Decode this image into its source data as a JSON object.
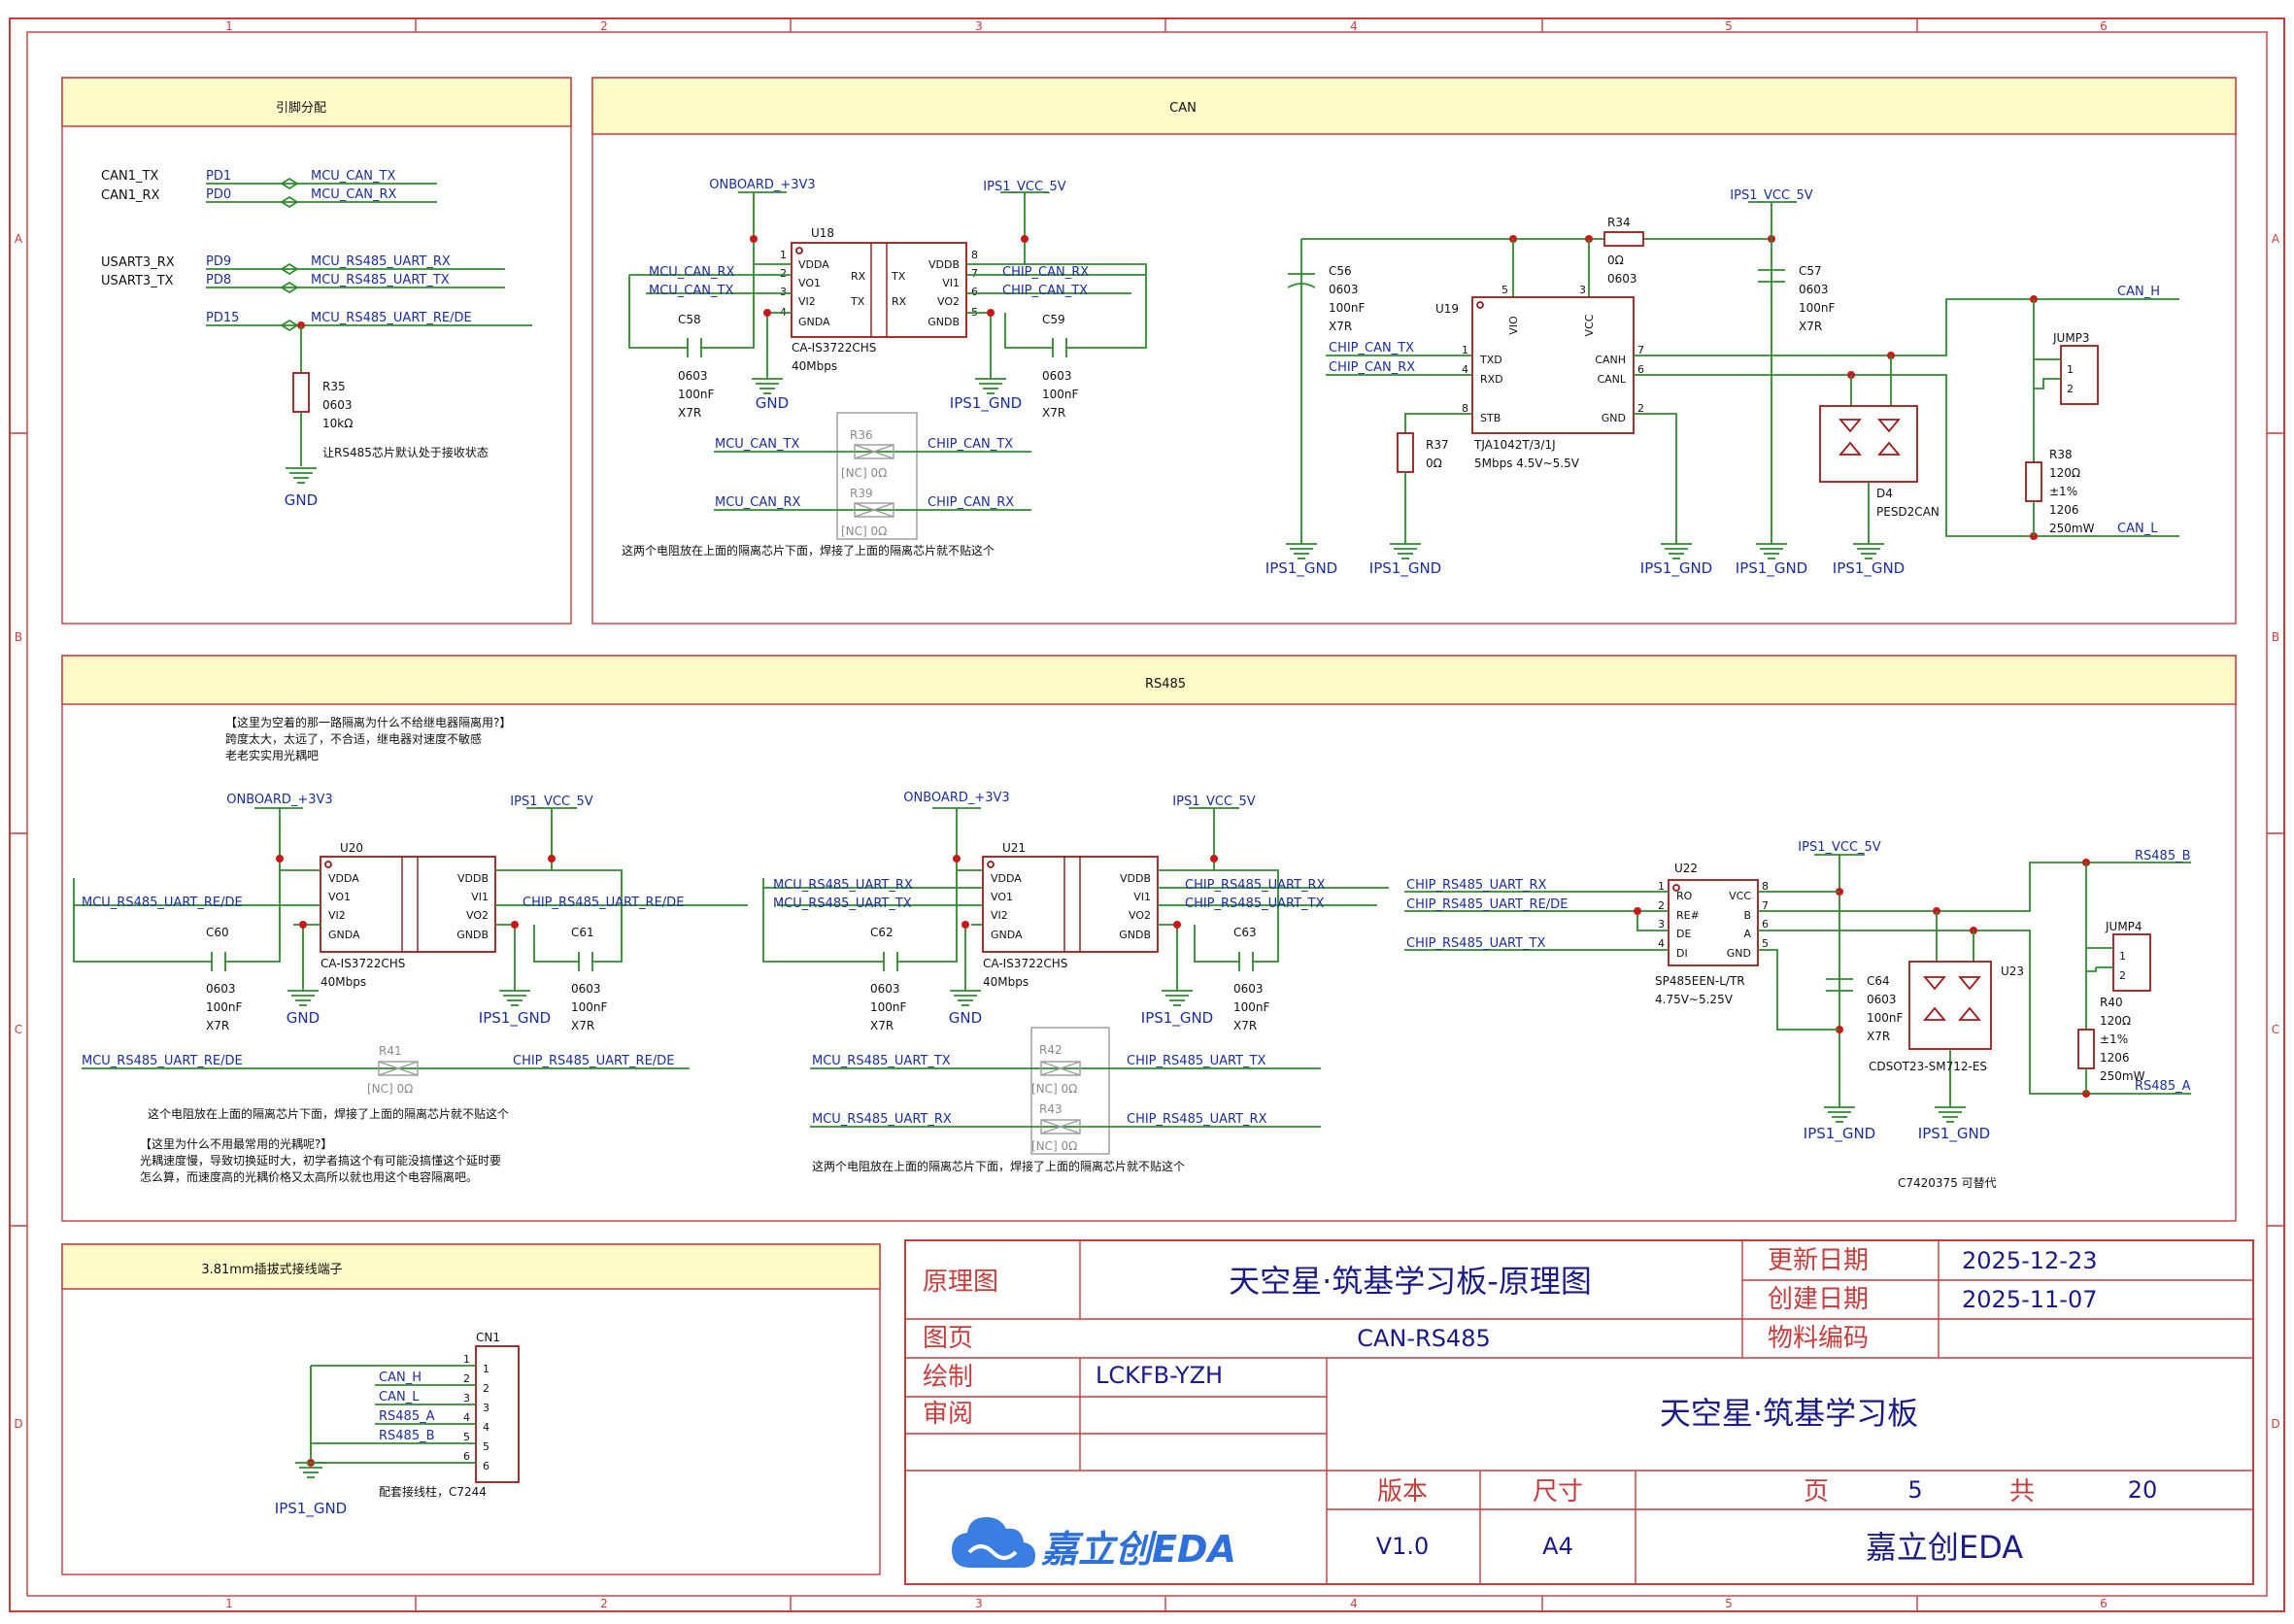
{
  "frame": {
    "columns": [
      "1",
      "2",
      "3",
      "4",
      "5",
      "6"
    ],
    "rows": [
      "A",
      "B",
      "C",
      "D"
    ]
  },
  "panels": {
    "pin_assign": "引脚分配",
    "can": "CAN",
    "rs485": "RS485",
    "terminal": "3.81mm插拔式接线端子"
  },
  "pin_assign": {
    "labels": [
      "CAN1_TX",
      "CAN1_RX",
      "USART3_RX",
      "USART3_TX"
    ],
    "pins": [
      "PD1",
      "PD0",
      "PD9",
      "PD8",
      "PD15"
    ],
    "nets": [
      "MCU_CAN_TX",
      "MCU_CAN_RX",
      "MCU_RS485_UART_RX",
      "MCU_RS485_UART_TX",
      "MCU_RS485_UART_RE/DE"
    ],
    "r35": [
      "R35",
      "0603",
      "10kΩ"
    ],
    "note": "让RS485芯片默认处于接收状态",
    "gnd": "GND"
  },
  "can": {
    "onboard": "ONBOARD_+3V3",
    "ips_vcc": "IPS1_VCC_5V",
    "gnd": "GND",
    "ips_gnd": "IPS1_GND",
    "u18": {
      "ref": "U18",
      "part": "CA-IS3722CHS",
      "speed": "40Mbps",
      "left_pins": [
        "VDDA",
        "VO1",
        "VI2",
        "GNDA"
      ],
      "right_pins": [
        "VDDB",
        "VI1",
        "VO2",
        "GNDB"
      ],
      "left_nums": [
        "1",
        "2",
        "3",
        "4"
      ],
      "right_nums": [
        "8",
        "7",
        "6",
        "5"
      ],
      "rx": "RX",
      "tx": "TX"
    },
    "u18_nets": [
      "MCU_CAN_RX",
      "MCU_CAN_TX",
      "CHIP_CAN_RX",
      "CHIP_CAN_TX"
    ],
    "c58": [
      "C58",
      "0603",
      "100nF",
      "X7R"
    ],
    "c59": [
      "C59",
      "0603",
      "100nF",
      "X7R"
    ],
    "r36": [
      "R36",
      "[NC] 0Ω"
    ],
    "r39": [
      "R39",
      "[NC] 0Ω"
    ],
    "bypass_nets": [
      "MCU_CAN_TX",
      "CHIP_CAN_TX",
      "MCU_CAN_RX",
      "CHIP_CAN_RX"
    ],
    "bypass_note": "这两个电阻放在上面的隔离芯片下面，焊接了上面的隔离芯片就不贴这个",
    "c56": [
      "C56",
      "0603",
      "100nF",
      "X7R"
    ],
    "c57": [
      "C57",
      "0603",
      "100nF",
      "X7R"
    ],
    "r34": [
      "R34",
      "0Ω",
      "0603"
    ],
    "u19": {
      "ref": "U19",
      "part": "TJA1042T/3/1J",
      "speed": "5Mbps 4.5V~5.5V",
      "pins_left": [
        "TXD",
        "RXD",
        "STB"
      ],
      "nums_left": [
        "1",
        "4",
        "8"
      ],
      "pins_right": [
        "CANH",
        "CANL",
        "GND"
      ],
      "nums_right": [
        "7",
        "6",
        "2"
      ],
      "top": [
        "VIO",
        "VCC"
      ],
      "top_nums": [
        "5",
        "3"
      ]
    },
    "u19_nets": [
      "CHIP_CAN_TX",
      "CHIP_CAN_RX"
    ],
    "r37": [
      "R37",
      "0Ω"
    ],
    "d4": [
      "D4",
      "PESD2CAN"
    ],
    "jump3": [
      "JUMP3",
      "1",
      "2"
    ],
    "r38": [
      "R38",
      "120Ω",
      "±1%",
      "1206",
      "250mW"
    ],
    "can_h": "CAN_H",
    "can_l": "CAN_L"
  },
  "rs485": {
    "note1": [
      "【这里为空着的那一路隔离为什么不给继电器隔离用?】",
      "跨度太大，太远了，不合适，继电器对速度不敏感",
      "老老实实用光耦吧"
    ],
    "onboard": "ONBOARD_+3V3",
    "ips_vcc": "IPS1_VCC_5V",
    "gnd": "GND",
    "ips_gnd": "IPS1_GND",
    "u20": {
      "ref": "U20",
      "part": "CA-IS3722CHS",
      "speed": "40Mbps"
    },
    "u21": {
      "ref": "U21",
      "part": "CA-IS3722CHS",
      "speed": "40Mbps"
    },
    "iso_left_pins": [
      "VDDA",
      "VO1",
      "VI2",
      "GNDA"
    ],
    "iso_right_pins": [
      "VDDB",
      "VI1",
      "VO2",
      "GNDB"
    ],
    "u20_nets": [
      "MCU_RS485_UART_RE/DE",
      "CHIP_RS485_UART_RE/DE"
    ],
    "u21_nets": [
      "MCU_RS485_UART_RX",
      "MCU_RS485_UART_TX",
      "CHIP_RS485_UART_RX",
      "CHIP_RS485_UART_TX"
    ],
    "c60": [
      "C60",
      "0603",
      "100nF",
      "X7R"
    ],
    "c61": [
      "C61",
      "0603",
      "100nF",
      "X7R"
    ],
    "c62": [
      "C62",
      "0603",
      "100nF",
      "X7R"
    ],
    "c63": [
      "C63",
      "0603",
      "100nF",
      "X7R"
    ],
    "r41": [
      "R41",
      "[NC] 0Ω"
    ],
    "r42": [
      "R42",
      "[NC] 0Ω"
    ],
    "r43": [
      "R43",
      "[NC] 0Ω"
    ],
    "bypass1_nets": [
      "MCU_RS485_UART_RE/DE",
      "CHIP_RS485_UART_RE/DE"
    ],
    "bypass2_nets": [
      "MCU_RS485_UART_TX",
      "CHIP_RS485_UART_TX",
      "MCU_RS485_UART_RX",
      "CHIP_RS485_UART_RX"
    ],
    "note2": "这个电阻放在上面的隔离芯片下面，焊接了上面的隔离芯片就不贴这个",
    "note3": [
      "【这里为什么不用最常用的光耦呢?】",
      "光耦速度慢，导致切换延时大，初学者搞这个有可能没搞懂这个延时要",
      "怎么算，而速度高的光耦价格又太高所以就也用这个电容隔离吧。"
    ],
    "note4": "这两个电阻放在上面的隔离芯片下面，焊接了上面的隔离芯片就不贴这个",
    "u22": {
      "ref": "U22",
      "part": "SP485EEN-L/TR",
      "volt": "4.75V~5.25V",
      "pins_left": [
        "RO",
        "RE#",
        "DE",
        "DI"
      ],
      "nums_left": [
        "1",
        "2",
        "3",
        "4"
      ],
      "pins_right": [
        "VCC",
        "B",
        "A",
        "GND"
      ],
      "nums_right": [
        "8",
        "7",
        "6",
        "5"
      ]
    },
    "u22_nets": [
      "CHIP_RS485_UART_RX",
      "CHIP_RS485_UART_RE/DE",
      "CHIP_RS485_UART_TX"
    ],
    "c64": [
      "C64",
      "0603",
      "100nF",
      "X7R"
    ],
    "u23": [
      "U23",
      "CDSOT23-SM712-ES"
    ],
    "jump4": [
      "JUMP4",
      "1",
      "2"
    ],
    "r40": [
      "R40",
      "120Ω",
      "±1%",
      "1206",
      "250mW"
    ],
    "rs485_b": "RS485_B",
    "rs485_a": "RS485_A",
    "alt": "C7420375  可替代"
  },
  "terminal": {
    "ref": "CN1",
    "nets": [
      "CAN_H",
      "CAN_L",
      "RS485_A",
      "RS485_B"
    ],
    "pins": [
      "1",
      "2",
      "3",
      "4",
      "5",
      "6"
    ],
    "gnd": "IPS1_GND",
    "note": "配套接线柱，C7244"
  },
  "title_block": {
    "label_schematic": "原理图",
    "title": "天空星·筑基学习板-原理图",
    "label_update": "更新日期",
    "update": "2025-12-23",
    "label_create": "创建日期",
    "create": "2025-11-07",
    "label_page": "图页",
    "page": "CAN-RS485",
    "label_part": "物料编码",
    "label_draw": "绘制",
    "drawer": "LCKFB-YZH",
    "label_review": "审阅",
    "board": "天空星·筑基学习板",
    "label_version": "版本",
    "label_size": "尺寸",
    "label_pg": "页",
    "pg": "5",
    "label_total": "共",
    "total": "20",
    "logo": "嘉立创EDA",
    "version": "V1.0",
    "size": "A4",
    "company": "嘉立创EDA"
  }
}
